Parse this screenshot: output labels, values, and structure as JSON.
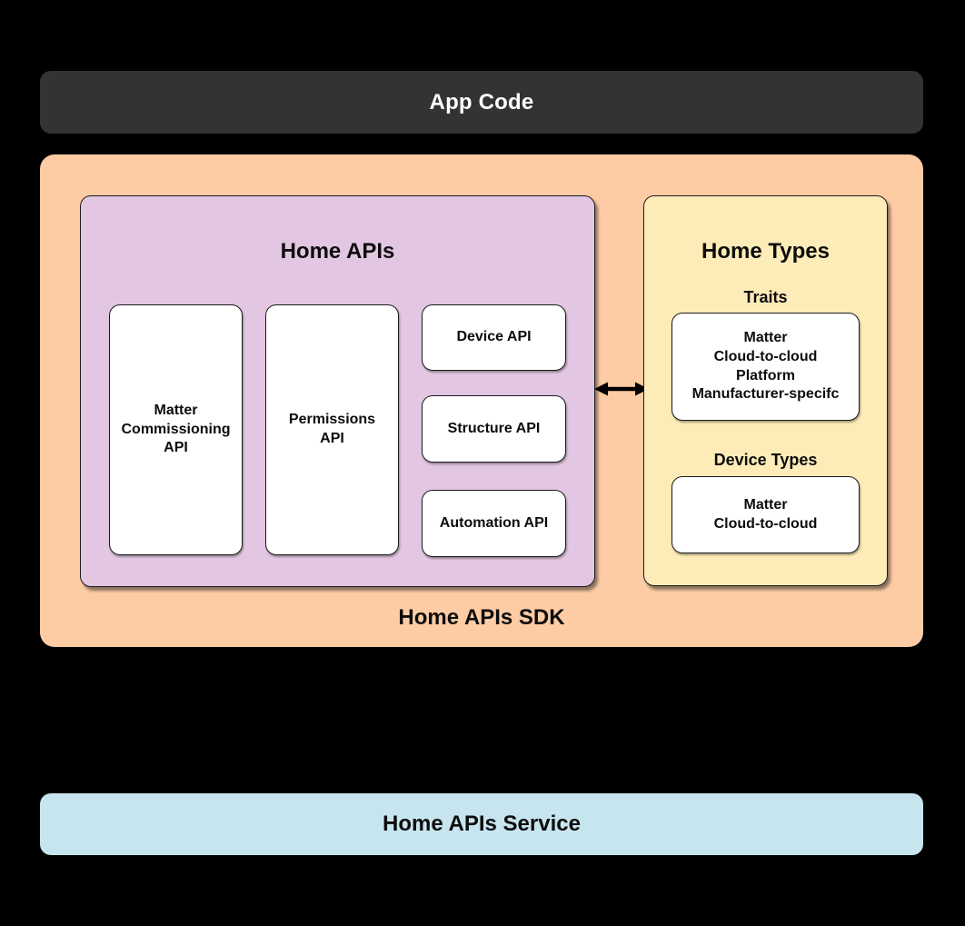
{
  "app_code": {
    "label": "App Code"
  },
  "sdk": {
    "label": "Home APIs SDK",
    "home_apis": {
      "title": "Home APIs",
      "boxes": [
        "Matter Commissioning API",
        "Permissions API",
        "Device API",
        "Structure API",
        "Automation API"
      ]
    },
    "arrow": "bidirectional-horizontal",
    "home_types": {
      "title": "Home Types",
      "traits": {
        "label": "Traits",
        "items": [
          "Matter",
          "Cloud-to-cloud",
          "Platform",
          "Manufacturer-specifc"
        ]
      },
      "device_types": {
        "label": "Device Types",
        "items": [
          "Matter",
          "Cloud-to-cloud"
        ]
      }
    }
  },
  "service": {
    "label": "Home APIs Service"
  },
  "colors": {
    "background": "#000000",
    "app_code_fill": "#333333",
    "sdk_fill": "#FDCCA5",
    "home_apis_fill": "#E3C7E2",
    "home_types_fill": "#FEECB8",
    "service_fill": "#C7E5EF",
    "card_fill": "#FFFFFF",
    "text_dark": "#0D0D0D",
    "text_light": "#FFFFFF"
  }
}
